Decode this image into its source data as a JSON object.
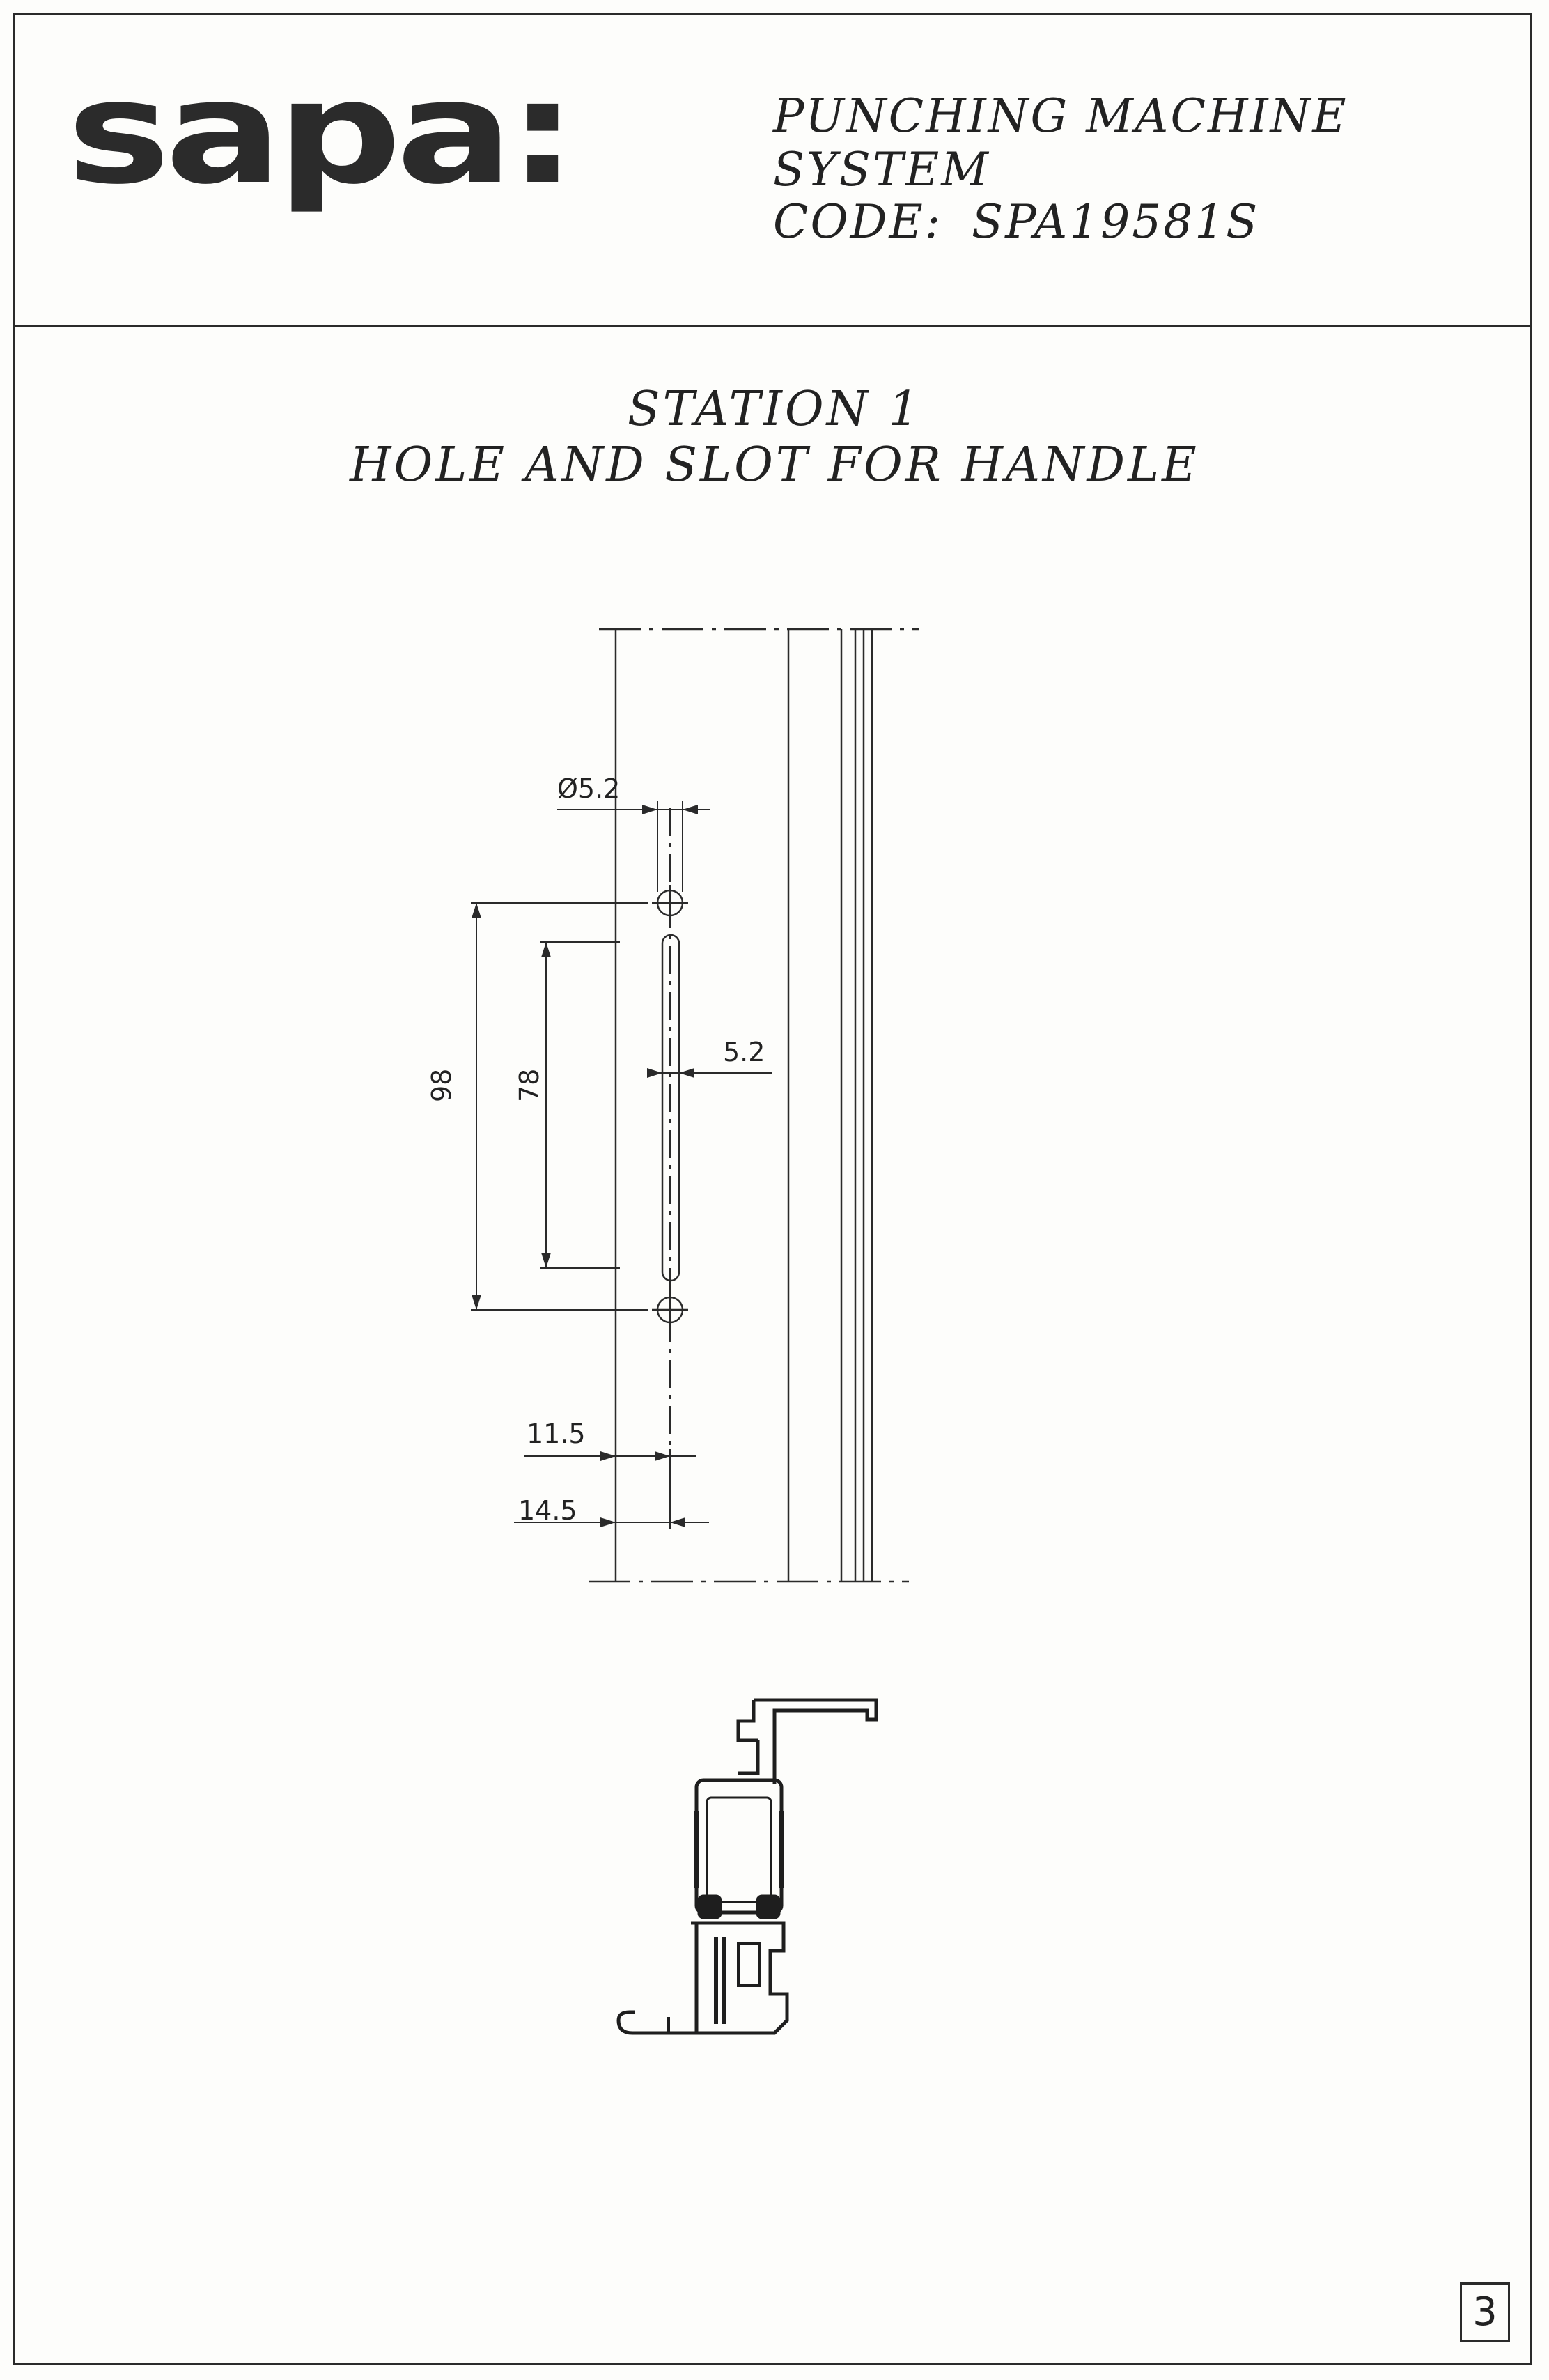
{
  "header": {
    "logo": "sapa:",
    "system": "PUNCHING MACHINE SYSTEM",
    "code_label": "CODE:",
    "code_value": "SPA19581S"
  },
  "title": {
    "line1": "STATION 1",
    "line2": "HOLE AND SLOT FOR HANDLE"
  },
  "dimensions": {
    "hole_diameter": "Ø5.2",
    "slot_width": "5.2",
    "hole_spacing": "98",
    "slot_length": "78",
    "offset_inner": "11.5",
    "offset_outer": "14.5"
  },
  "page_number": "3"
}
